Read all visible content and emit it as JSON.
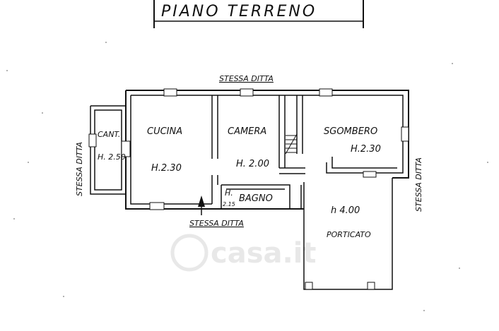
{
  "title": "PIANO TERRENO",
  "neighbors": {
    "top": "STESSA DITTA",
    "bottom": "STESSA DITTA",
    "left": "STESSA DITTA",
    "right": "STESSA DITTA"
  },
  "rooms": {
    "cantina": {
      "name": "CANT.",
      "height": "H. 2.50"
    },
    "cucina": {
      "name": "CUCINA",
      "height": "H.2.30"
    },
    "camera": {
      "name": "CAMERA",
      "height": "H. 2.00"
    },
    "sgombero": {
      "name": "SGOMBERO",
      "height": "H.2.30"
    },
    "bagno": {
      "name": "BAGNO",
      "height_label": "H.",
      "height_value": "2.15"
    },
    "porticato": {
      "name": "PORTICATO",
      "height": "h 4.00"
    }
  },
  "watermark": "casa.it"
}
